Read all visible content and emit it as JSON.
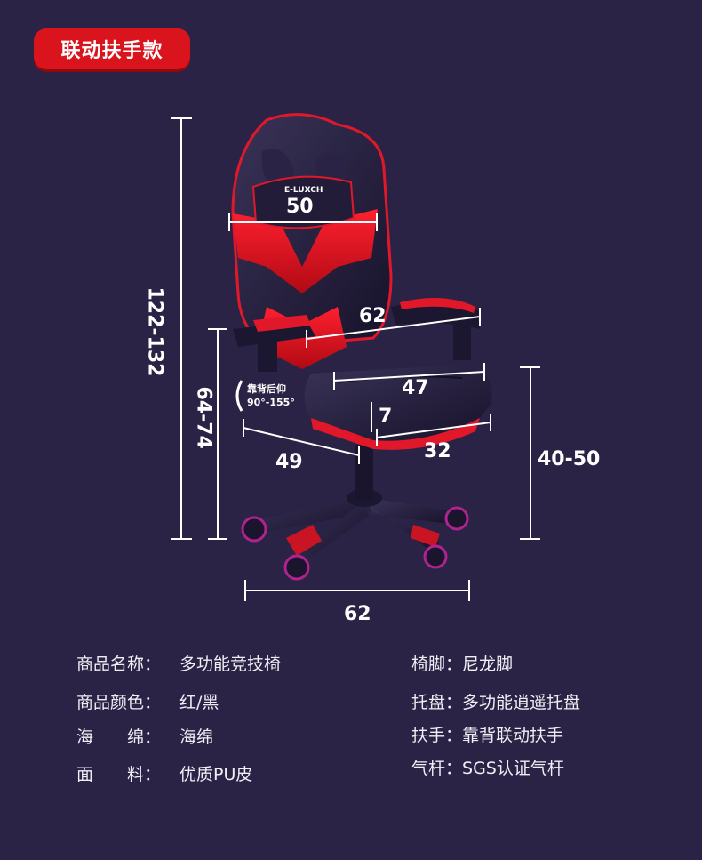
{
  "badge": {
    "label": "联动扶手款"
  },
  "dimensions": {
    "total_height": "122-132",
    "armrest_height": "64-74",
    "seat_height": "40-50",
    "backrest_width": "50",
    "armrest_span": "62",
    "seat_width": "47",
    "seat_thickness": "7",
    "seat_depth_left": "49",
    "seat_depth_right": "32",
    "base_width": "62"
  },
  "recline": {
    "line1": "靠背后仰",
    "line2": "90°-155°"
  },
  "chair_logo": "E-LUXCH",
  "specs": {
    "left": [
      {
        "label": "商品名称：",
        "value": "多功能竞技椅"
      },
      {
        "label": "商品颜色：",
        "value": "红/黑"
      },
      {
        "label": "海　　绵：",
        "value": "海绵"
      },
      {
        "label": "面　　料：",
        "value": "优质PU皮"
      }
    ],
    "right": [
      {
        "label": "椅脚：",
        "value": "尼龙脚"
      },
      {
        "label": "托盘：",
        "value": "多功能逍遥托盘"
      },
      {
        "label": "扶手：",
        "value": "靠背联动扶手"
      },
      {
        "label": "气杆：",
        "value": "SGS认证气杆"
      }
    ]
  },
  "colors": {
    "background": "#2b2345",
    "accent": "#d9141c",
    "chair_dark": "#221c38"
  }
}
